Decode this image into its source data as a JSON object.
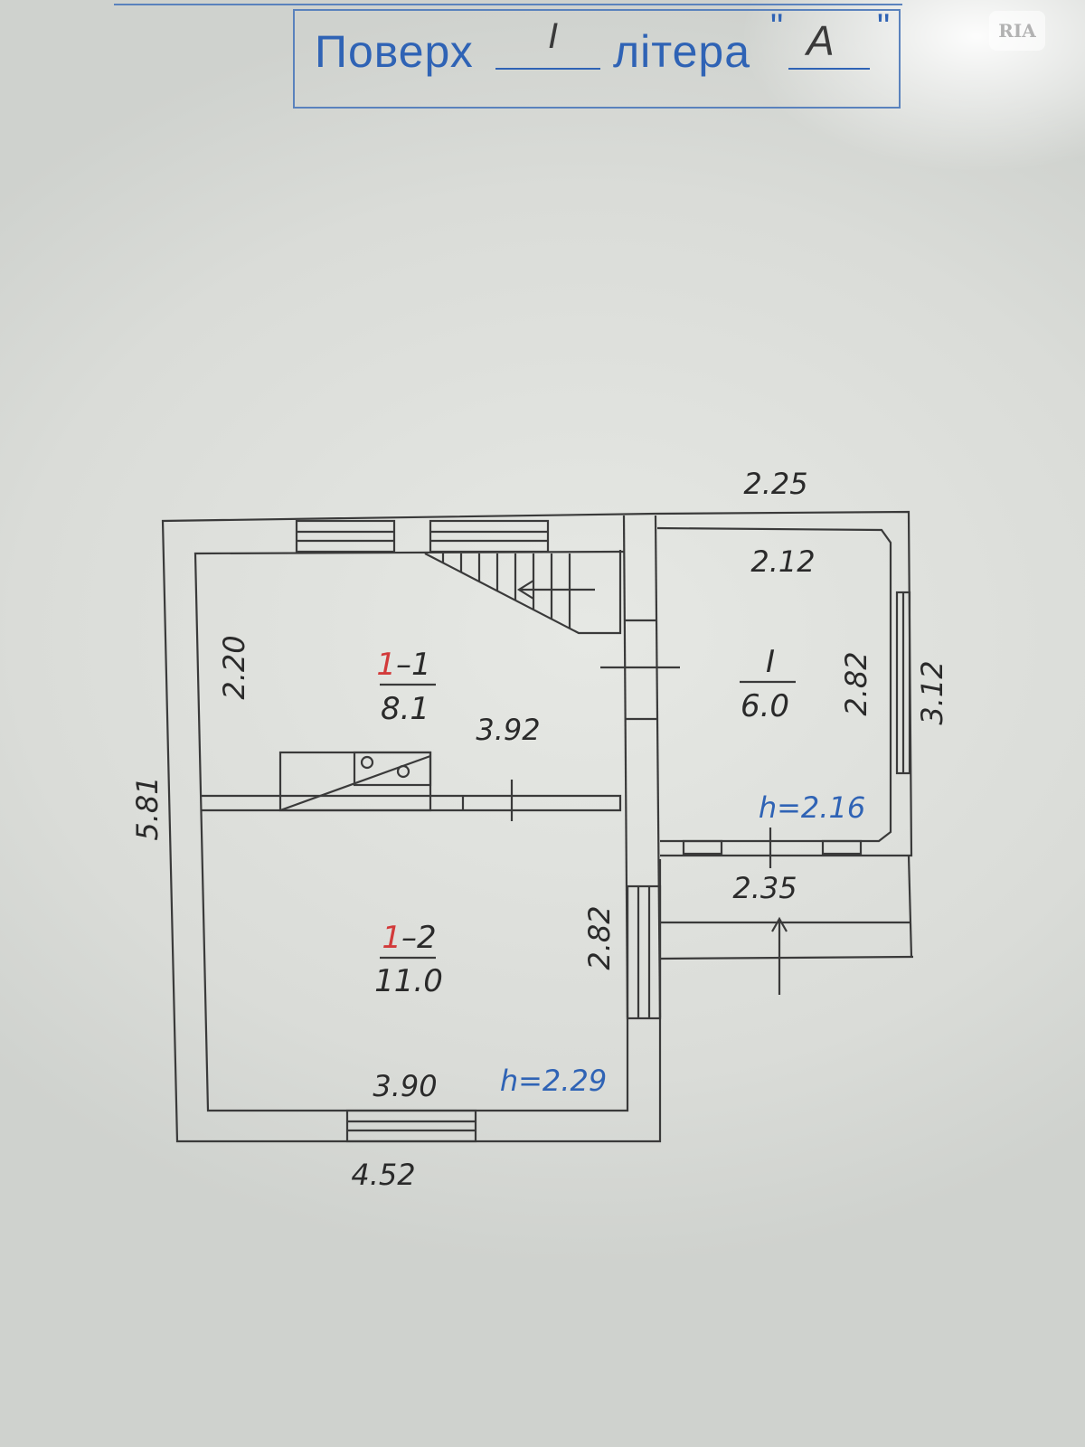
{
  "header": {
    "floor_label": "Поверх",
    "floor_value": "I",
    "letter_label": "літера",
    "letter_value": "А",
    "open_quote": "\"",
    "close_quote": "\""
  },
  "watermark": {
    "text": "RIA"
  },
  "plan": {
    "dimensions": {
      "total_width": "4.52",
      "total_height": "5.81",
      "annex_width": "2.25",
      "annex_height": "3.12",
      "room1_1_height": "2.20",
      "room1_1_width": "3.92",
      "room1_2_height": "2.82",
      "room1_2_width": "3.90",
      "room1_inner_width": "2.12",
      "room1_inner_height": "2.82",
      "porch_width": "2.35"
    },
    "rooms": [
      {
        "prefix": "1",
        "suffix": "–1",
        "area": "8.1"
      },
      {
        "prefix": "1",
        "suffix": "–2",
        "area": "11.0"
      },
      {
        "prefix": "",
        "suffix": "I",
        "area": "6.0"
      }
    ],
    "heights": {
      "main": "h=2.29",
      "annex": "h=2.16"
    },
    "colors": {
      "line": "#3a3a3a",
      "room_prefix": "#d23a3a",
      "height_text": "#2f63b5",
      "frame": "#5a82bd"
    }
  }
}
